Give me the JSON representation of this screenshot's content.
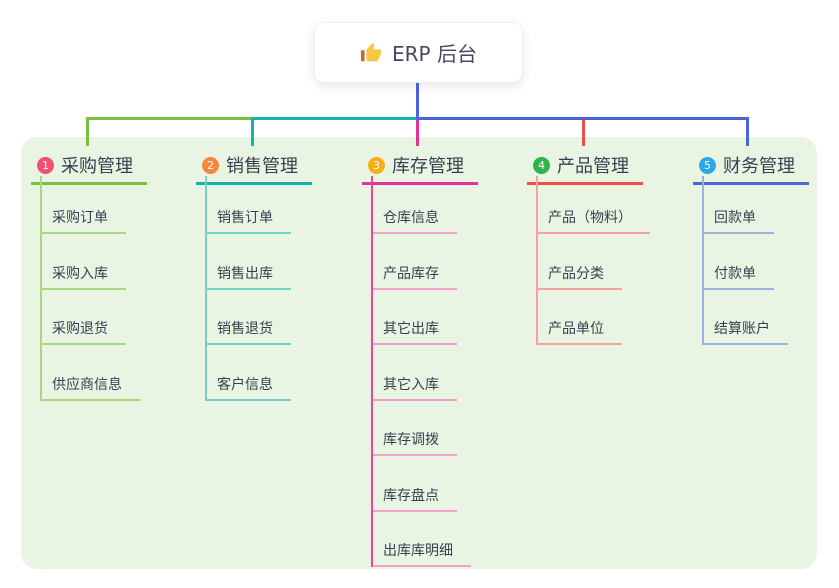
{
  "canvas": {
    "background": "#ffffff",
    "panel_color": "#e9f5e2"
  },
  "root": {
    "title": "ERP 后台",
    "icon": "thumbs-up-icon",
    "connector_color": "#4f63da",
    "icon_colors": {
      "hand": "#f8c644",
      "cuff": "#b5742c"
    }
  },
  "branches": [
    {
      "badge": "1",
      "title": "采购管理",
      "colors": {
        "badge": "#f2506e",
        "line": "#7cbe3e",
        "trunk": "#a9d77d",
        "sub_line": "#a9d77d"
      },
      "children": [
        "采购订单",
        "采购入库",
        "采购退货",
        "供应商信息"
      ]
    },
    {
      "badge": "2",
      "title": "销售管理",
      "colors": {
        "badge": "#f6873d",
        "line": "#12b4ab",
        "trunk": "#73d2c9",
        "sub_line": "#73d2c9"
      },
      "children": [
        "销售订单",
        "销售出库",
        "销售退货",
        "客户信息"
      ]
    },
    {
      "badge": "3",
      "title": "库存管理",
      "colors": {
        "badge": "#f9ad17",
        "line": "#e0339c",
        "trunk": "#ee459f",
        "sub_line": "#f2a0ce"
      },
      "children": [
        "仓库信息",
        "产品库存",
        "其它出库",
        "其它入库",
        "库存调拨",
        "库存盘点",
        "出库库明细"
      ]
    },
    {
      "badge": "4",
      "title": "产品管理",
      "colors": {
        "badge": "#2db44b",
        "line": "#f14c49",
        "trunk": "#f7a39e",
        "sub_line": "#f7a39e"
      },
      "children": [
        "产品（物料）",
        "产品分类",
        "产品单位"
      ]
    },
    {
      "badge": "5",
      "title": "财务管理",
      "colors": {
        "badge": "#2ca9e9",
        "line": "#4a63d6",
        "trunk": "#9fb1de",
        "sub_line": "#9fb1de"
      },
      "children": [
        "回款单",
        "付款单",
        "结算账户"
      ]
    }
  ]
}
